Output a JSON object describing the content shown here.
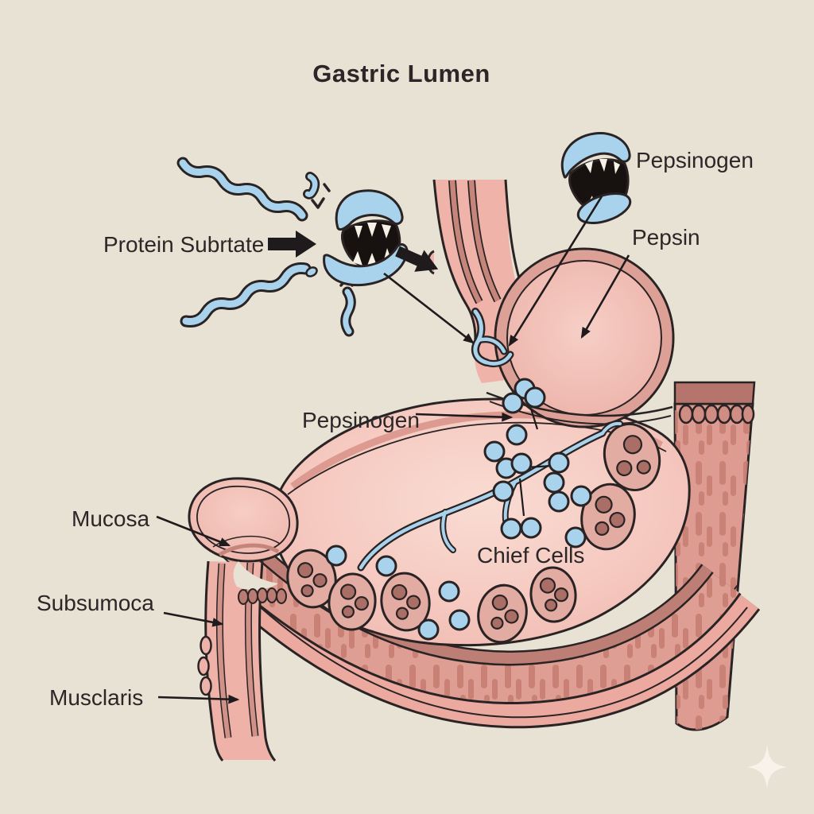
{
  "title": "Gastric Lumen",
  "labels": {
    "pepsinogen_top": "Pepsinogen",
    "pepsin": "Pepsin",
    "protein_substrate": "Protein Subrtate",
    "pepsinogen_mid": "Pepsinogen",
    "chief_cells": "Chief Cells",
    "mucosa": "Mucosa",
    "submucosa": "Subsumoca",
    "muscularis": "Musclaris"
  },
  "icons": {
    "pepsin_enzyme": "open-mouth-enzyme-icon",
    "pepsinogen_enzyme": "closed-mouth-enzyme-icon",
    "protein_chain": "beaded-squiggle-chain-icon",
    "sparkle": "four-point-star-icon"
  },
  "palette": {
    "background": "#e8e2d4",
    "ink_outline": "#2a2324",
    "text": "#2b2628",
    "organ_wall_pink": "#e8a69d",
    "mucosa_light": "#f6cbc2",
    "submucosa_dark_band": "#bd7f75",
    "muscle_pink": "#df9e93",
    "muscle_streak": "#c87f74",
    "enzyme_blue": "#a9d3ec",
    "mouth_black": "#17110f",
    "teeth_white": "#f6f1e6",
    "sparkle_white": "#f7f3ea"
  }
}
